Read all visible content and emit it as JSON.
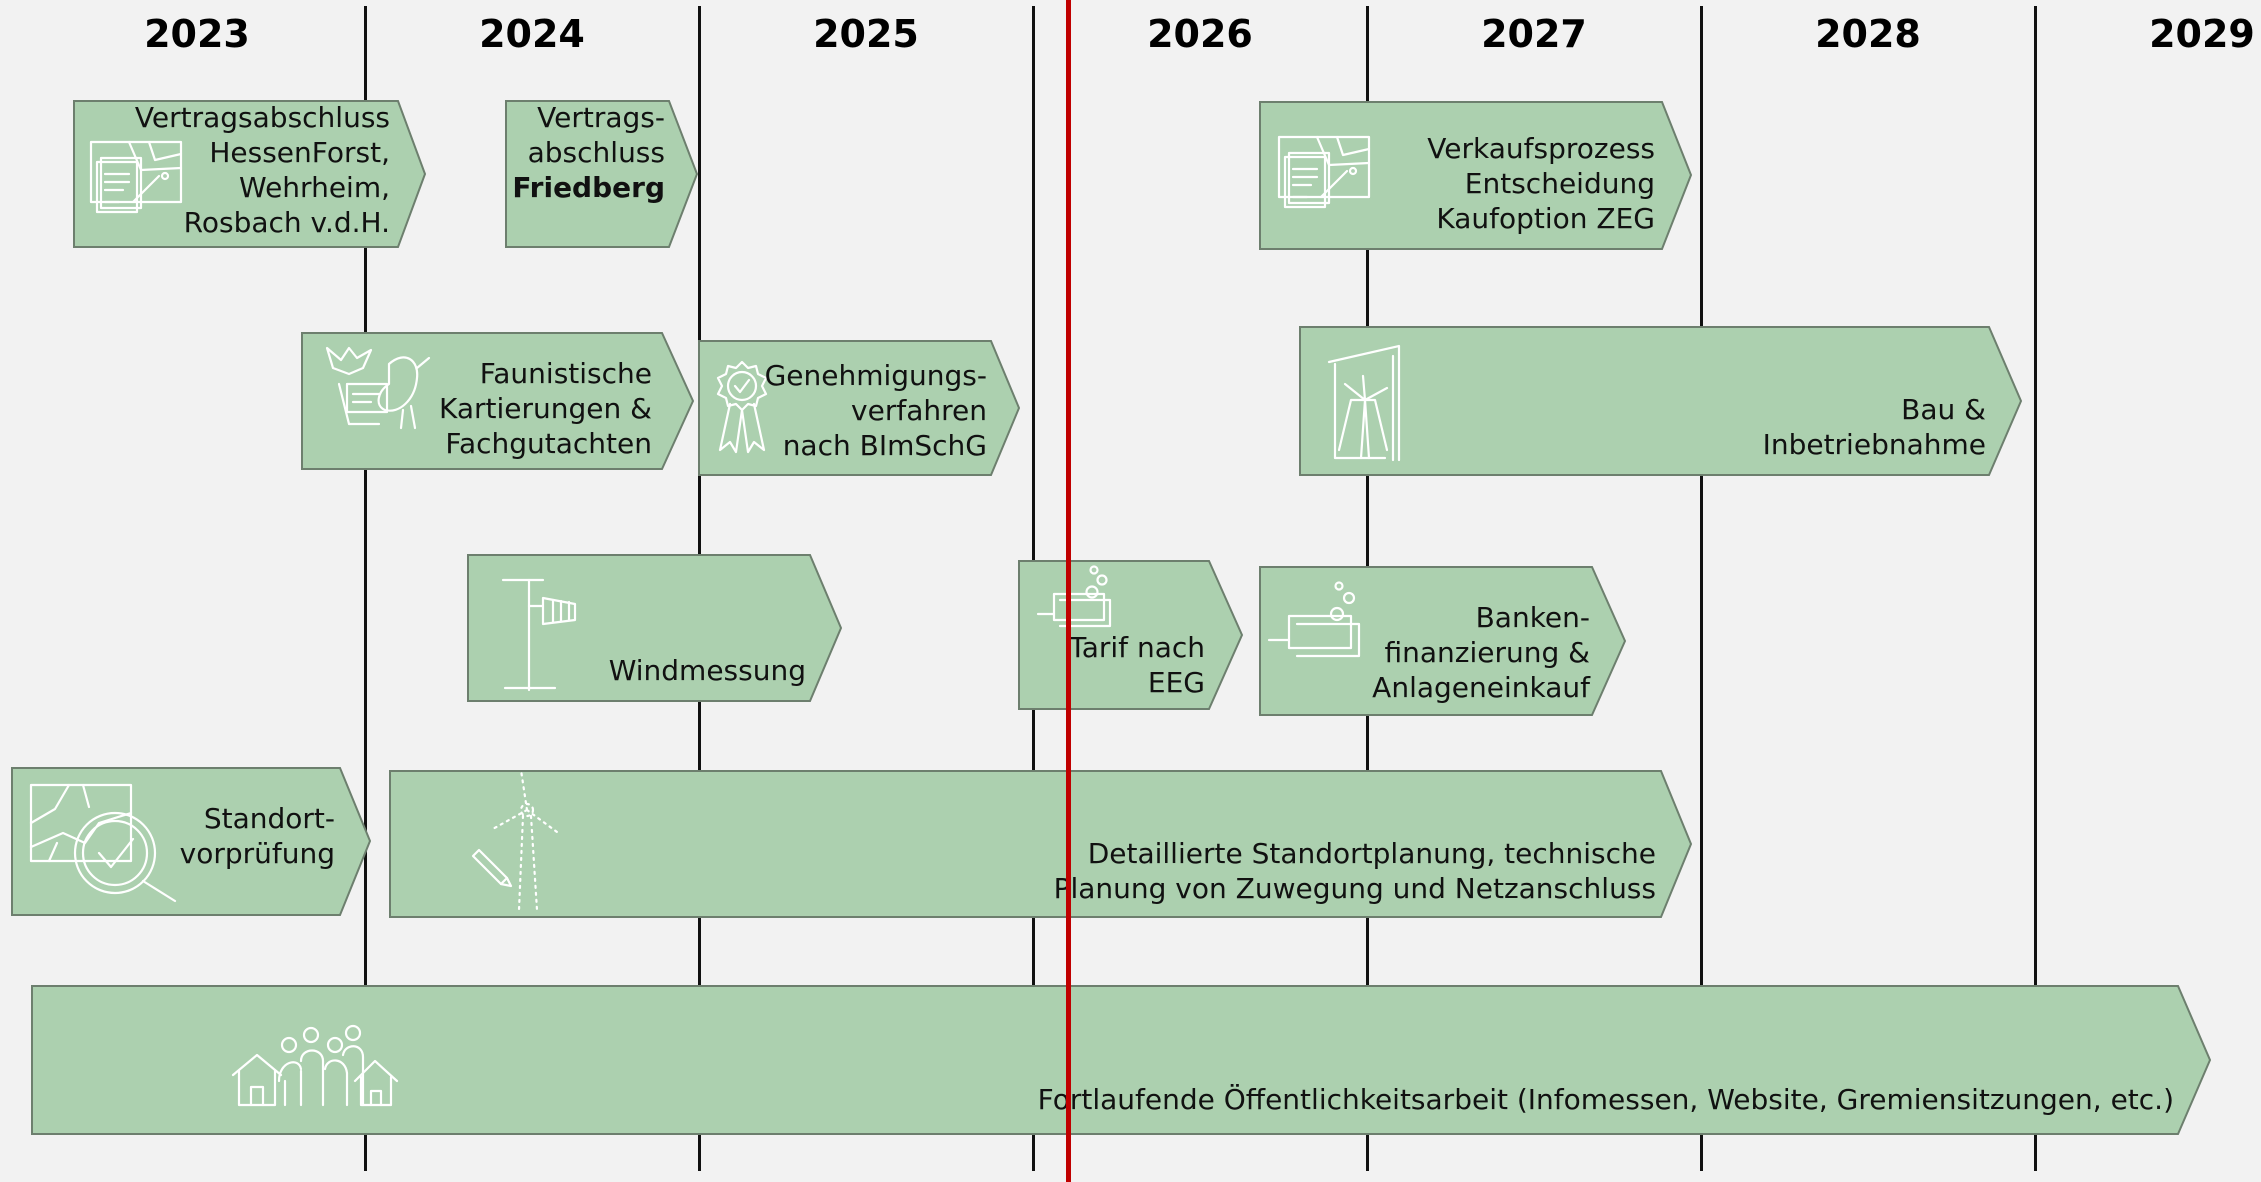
{
  "years": [
    "2023",
    "2024",
    "2025",
    "2026",
    "2027",
    "2028",
    "2029"
  ],
  "colors": {
    "task_fill": "#acd0af",
    "task_border": "#6d7f6e",
    "today_line": "#c00000",
    "background": "#f2f2f2"
  },
  "tasks": [
    {
      "id": "vertragsabschluss-hessenforst",
      "lines": [
        "Vertragsabschluss",
        "HessenForst,",
        "Wehrheim,",
        "Rosbach v.d.H."
      ],
      "icon": "contract-icon"
    },
    {
      "id": "vertragsabschluss-friedberg",
      "lines": [
        "Vertrags-",
        "abschluss",
        "Friedberg"
      ],
      "bold_last": true
    },
    {
      "id": "verkaufsprozess",
      "lines": [
        "Verkaufsprozess",
        "Entscheidung",
        "Kaufoption ZEG"
      ],
      "icon": "contract-icon"
    },
    {
      "id": "faunistische-kartierungen",
      "lines": [
        "Faunistische",
        "Kartierungen &",
        "Fachgutachten"
      ],
      "icon": "birds-icon"
    },
    {
      "id": "genehmigungsverfahren",
      "lines": [
        "Genehmigungs-",
        "verfahren",
        "nach BImSchG"
      ],
      "icon": "certificate-icon"
    },
    {
      "id": "bau-inbetriebnahme",
      "lines": [
        "Bau &",
        "Inbetriebnahme"
      ],
      "icon": "crane-turbine-icon"
    },
    {
      "id": "windmessung",
      "lines": [
        "Windmessung"
      ],
      "icon": "windsock-icon"
    },
    {
      "id": "tarif-eeg",
      "lines": [
        "Tarif nach",
        "EEG"
      ],
      "icon": "money-icon"
    },
    {
      "id": "bankenfinanzierung",
      "lines": [
        "Banken-",
        "finanzierung &",
        "Anlageneinkauf"
      ],
      "icon": "money-icon"
    },
    {
      "id": "standortvorpruefung",
      "lines": [
        "Standort-",
        "vorprüfung"
      ],
      "icon": "map-check-icon"
    },
    {
      "id": "standortplanung",
      "lines": [
        "Detaillierte Standortplanung, technische",
        "Planung von Zuwegung und Netzanschluss"
      ],
      "icon": "turbine-pen-icon"
    },
    {
      "id": "oeffentlichkeitsarbeit",
      "lines": [
        "Fortlaufende Öffentlichkeitsarbeit (Infomessen, Website, Gremiensitzungen, etc.)"
      ],
      "icon": "community-icon"
    }
  ]
}
